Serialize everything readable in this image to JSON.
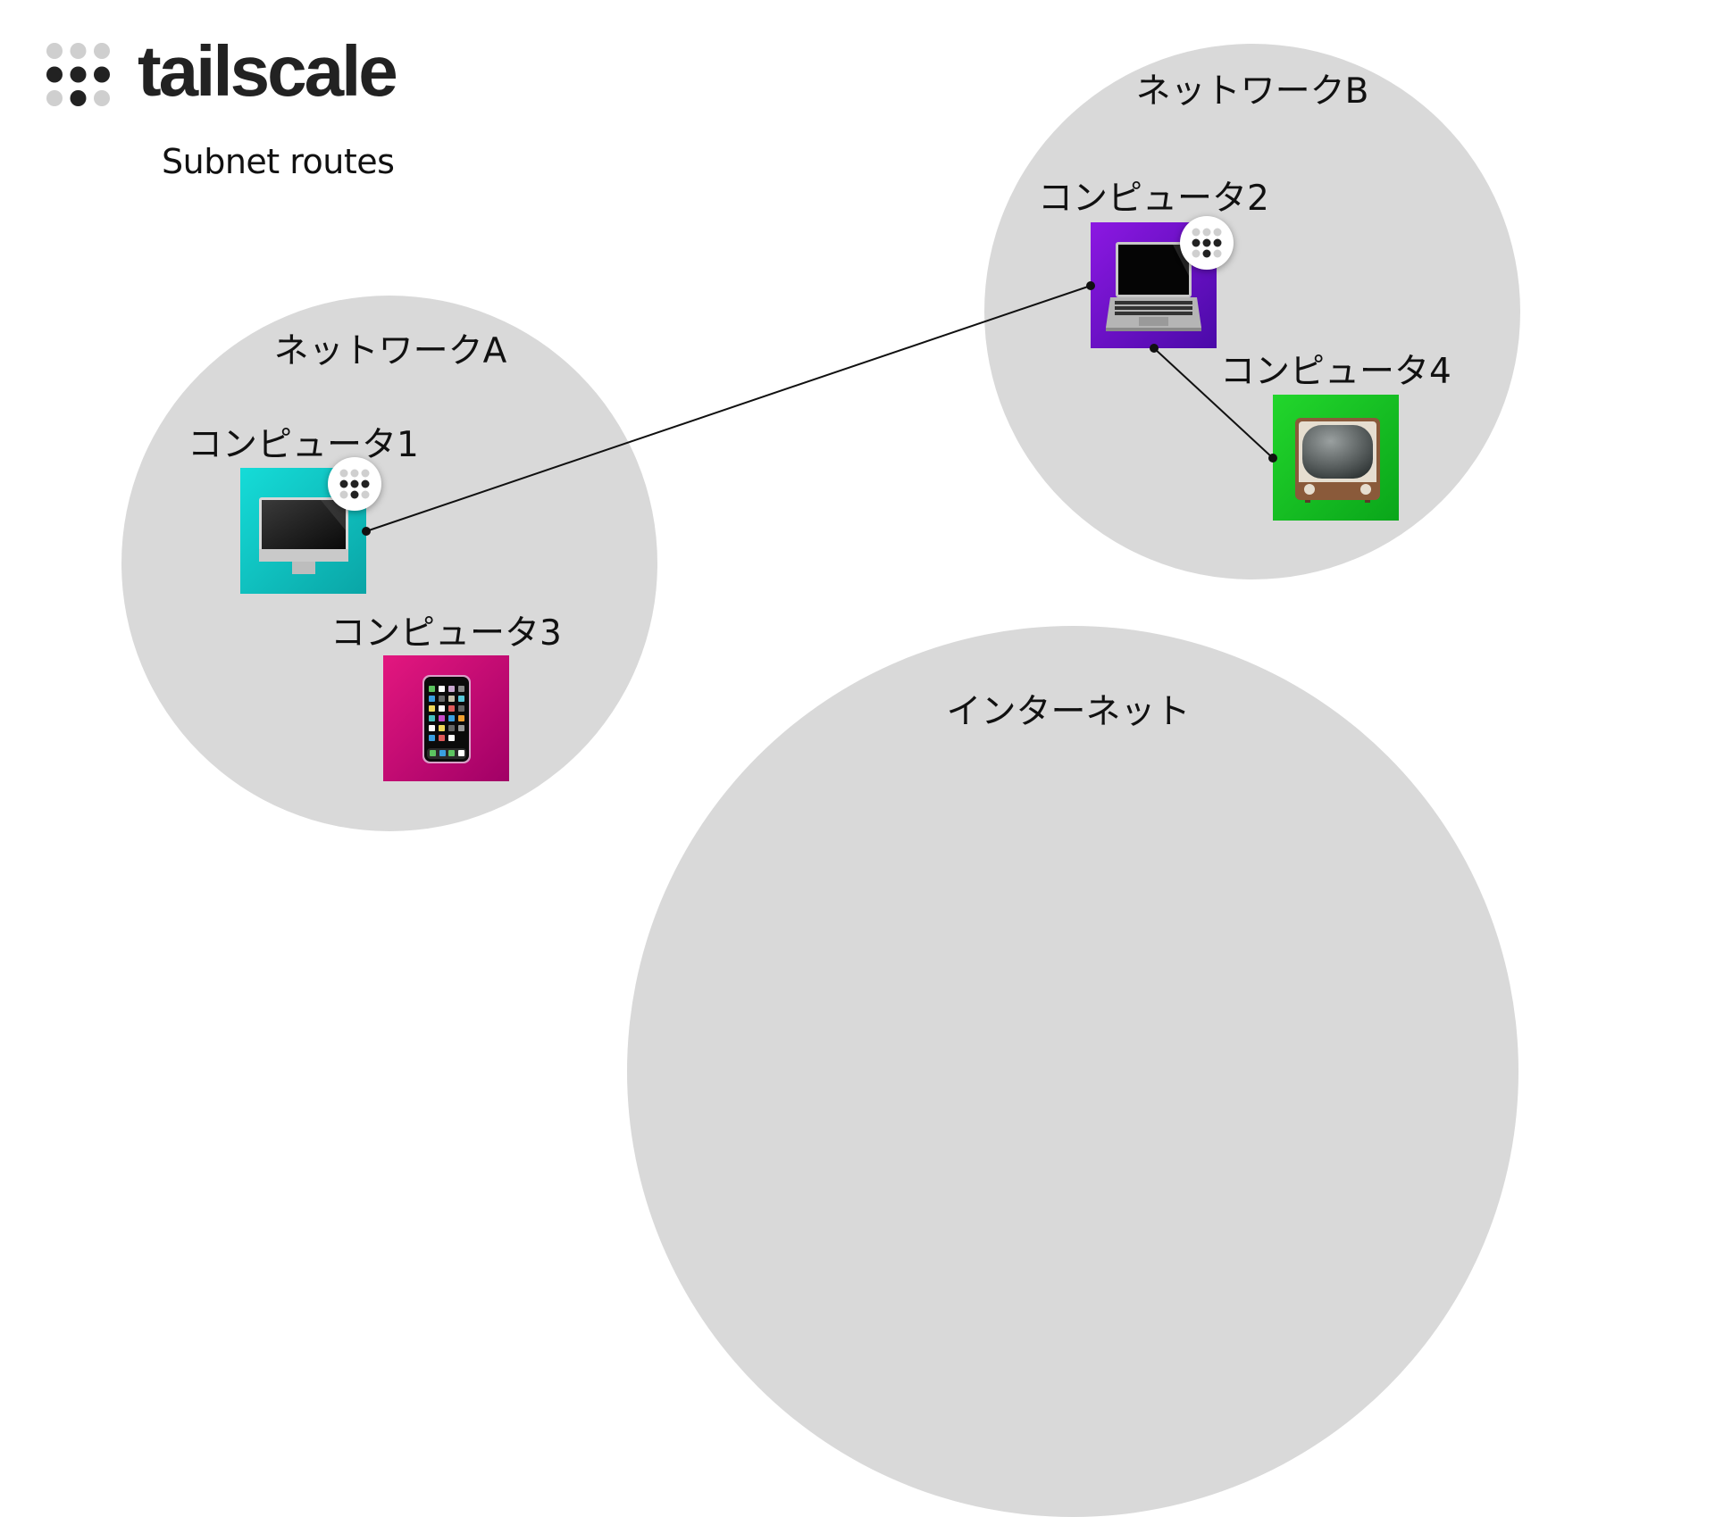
{
  "brand": {
    "name": "tailscale",
    "logo_icon": "tailscale-dots-logo-icon"
  },
  "subtitle": "Subnet routes",
  "networks": [
    {
      "id": "network-a",
      "label": "ネットワークA",
      "color": "#d9d9d9"
    },
    {
      "id": "network-b",
      "label": "ネットワークB",
      "color": "#d9d9d9"
    },
    {
      "id": "internet",
      "label": "インターネット",
      "color": "#d9d9d9"
    }
  ],
  "devices": [
    {
      "id": "computer-1",
      "label": "コンピュータ1",
      "icon": "desktop-computer-icon",
      "network": "ネットワークA",
      "color_from": "#15dcd8",
      "color_to": "#0aa5a6",
      "tailscale_installed": true
    },
    {
      "id": "computer-2",
      "label": "コンピュータ2",
      "icon": "laptop-icon",
      "network": "ネットワークB",
      "color_from": "#8c18e2",
      "color_to": "#4a0aa8",
      "tailscale_installed": true
    },
    {
      "id": "computer-3",
      "label": "コンピュータ3",
      "icon": "mobile-phone-icon",
      "network": "ネットワークA",
      "color_from": "#e3177f",
      "color_to": "#a10066",
      "tailscale_installed": false
    },
    {
      "id": "computer-4",
      "label": "コンピュータ4",
      "icon": "television-icon",
      "network": "ネットワークB",
      "color_from": "#22d62c",
      "color_to": "#0aa61a",
      "tailscale_installed": false
    }
  ],
  "connections": [
    {
      "from": "コンピュータ1",
      "to": "コンピュータ2",
      "type": "tailscale"
    },
    {
      "from": "コンピュータ2",
      "to": "コンピュータ4",
      "type": "subnet-route"
    }
  ]
}
